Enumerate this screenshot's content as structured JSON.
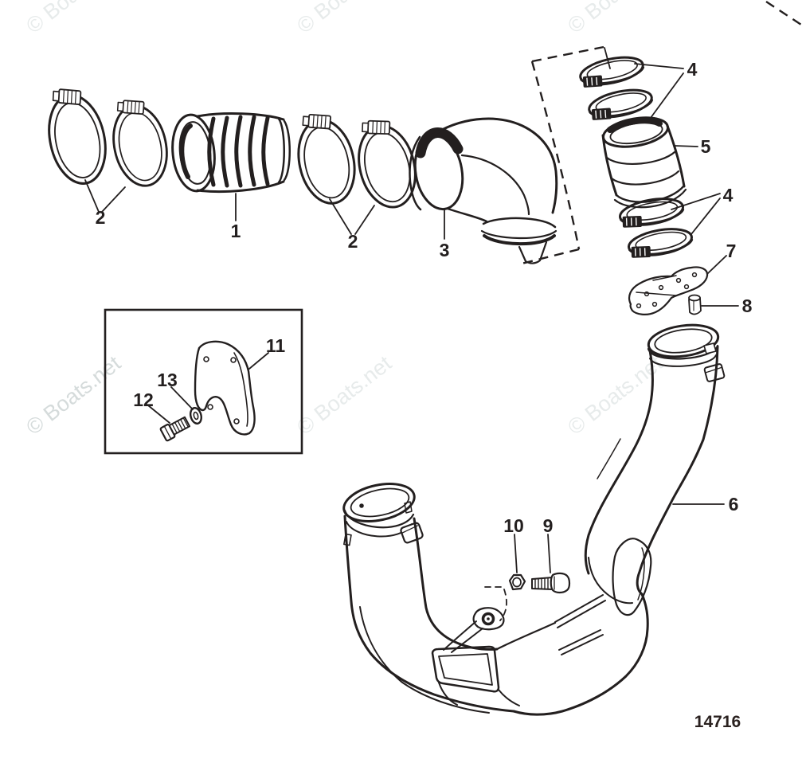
{
  "diagram": {
    "part_number": "14716",
    "watermark": {
      "text": "© Boats.net"
    },
    "callouts": {
      "c1": "1",
      "c2a": "2",
      "c2b": "2",
      "c3": "3",
      "c4a": "4",
      "c4b": "4",
      "c5": "5",
      "c6": "6",
      "c7": "7",
      "c8": "8",
      "c9": "9",
      "c10": "10",
      "c11": "11",
      "c12": "12",
      "c13": "13"
    },
    "colors": {
      "background": "#ffffff",
      "line": "#231f1f",
      "watermark_light": "#e7ebeb",
      "watermark_dark": "#d5dbdb"
    }
  }
}
